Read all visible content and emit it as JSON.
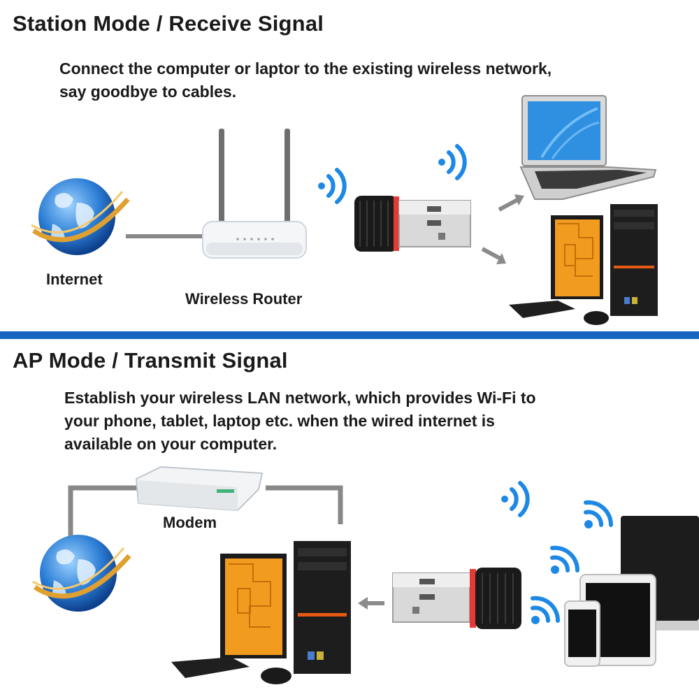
{
  "station": {
    "title": "Station Mode / Receive Signal",
    "desc_line1": "Connect the computer or laptor to the existing wireless network,",
    "desc_line2": "say goodbye to cables.",
    "internet_label": "Internet",
    "router_label": "Wireless Router"
  },
  "ap": {
    "title": "AP Mode / Transmit Signal",
    "desc_line1": "Establish your wireless LAN network, which provides Wi-Fi to",
    "desc_line2": "your phone, tablet, laptop etc. when the wired internet is",
    "desc_line3": "available on your computer.",
    "modem_label": "Modem"
  },
  "colors": {
    "divider": "#1565c0",
    "wifi": "#1e88e5",
    "monitor_screen": "#f5a623",
    "cable": "#888888"
  }
}
